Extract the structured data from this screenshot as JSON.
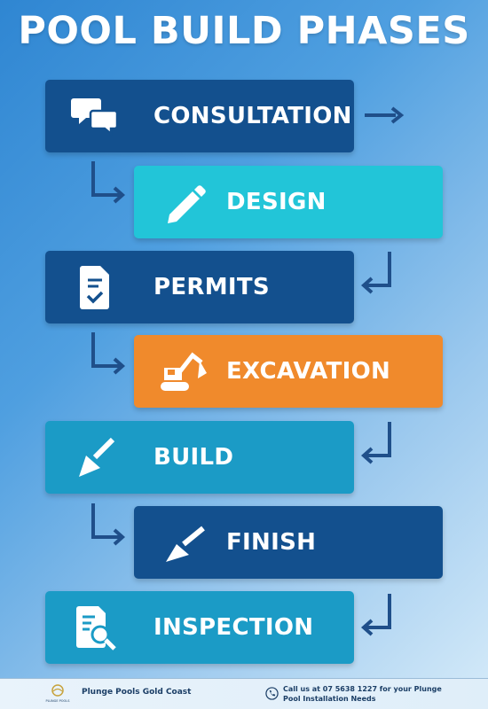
{
  "title": "POOL BUILD PHASES",
  "colors": {
    "dark_blue": "#13508e",
    "cyan": "#22c5d8",
    "orange": "#f08a2c",
    "teal": "#1b9bc6",
    "arrow": "#1f4f8a"
  },
  "phases": [
    {
      "label": "CONSULTATION",
      "icon": "speech-bubbles-icon"
    },
    {
      "label": "DESIGN",
      "icon": "pencil-icon"
    },
    {
      "label": "PERMITS",
      "icon": "document-check-icon"
    },
    {
      "label": "EXCAVATION",
      "icon": "excavator-icon"
    },
    {
      "label": "BUILD",
      "icon": "trowel-icon"
    },
    {
      "label": "FINISH",
      "icon": "trowel-icon"
    },
    {
      "label": "INSPECTION",
      "icon": "document-search-icon"
    }
  ],
  "footer": {
    "logo_text": "PLUNGE POOLS",
    "brand": "Plunge Pools Gold Coast",
    "contact": "Call us at 07 5638 1227 for your Plunge Pool Installation Needs"
  }
}
